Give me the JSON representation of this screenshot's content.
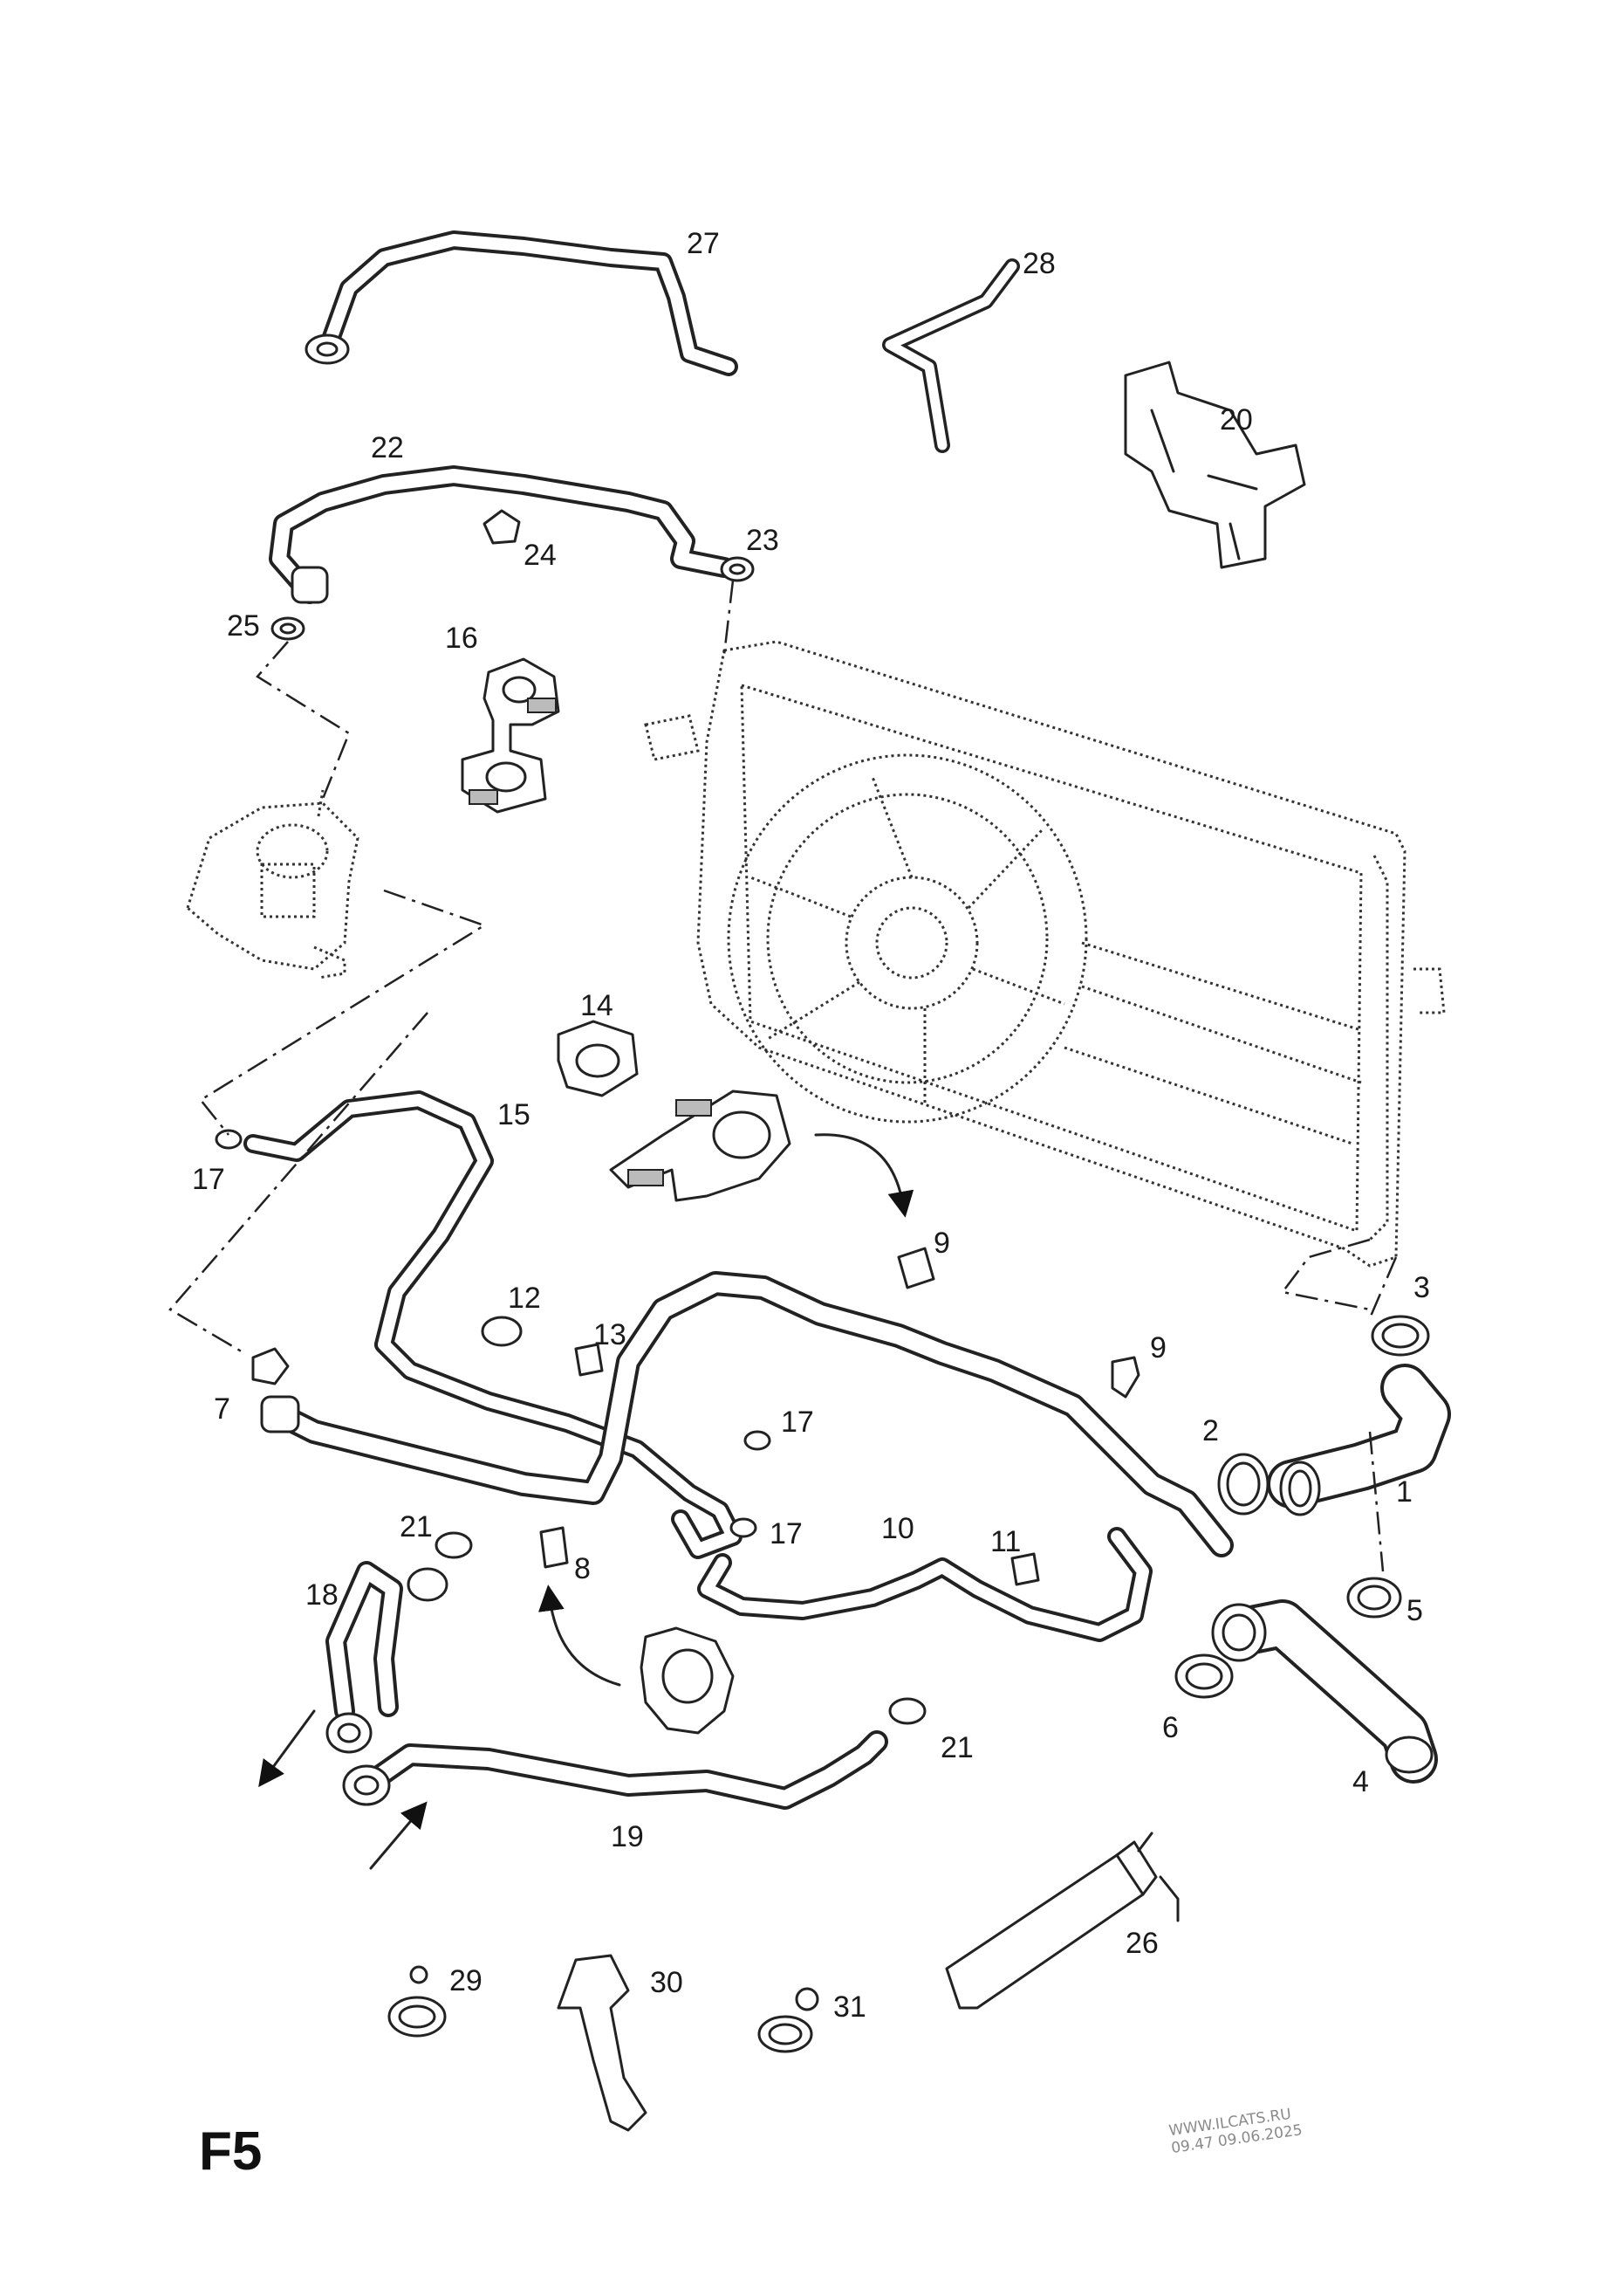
{
  "diagram": {
    "code": "F5",
    "watermark": {
      "line1": "WWW.ILCATS.RU",
      "line2": "09.47 09.06.2025"
    },
    "callouts": {
      "c1": "1",
      "c2": "2",
      "c3": "3",
      "c4": "4",
      "c5": "5",
      "c6": "6",
      "c7": "7",
      "c8": "8",
      "c9a": "9",
      "c9b": "9",
      "c10": "10",
      "c11": "11",
      "c12": "12",
      "c13": "13",
      "c14": "14",
      "c15": "15",
      "c16": "16",
      "c17a": "17",
      "c17b": "17",
      "c17c": "17",
      "c18": "18",
      "c19": "19",
      "c20": "20",
      "c21a": "21",
      "c21b": "21",
      "c22": "22",
      "c23": "23",
      "c24": "24",
      "c25": "25",
      "c26": "26",
      "c27": "27",
      "c28": "28",
      "c29": "29",
      "c30": "30",
      "c31": "31"
    }
  }
}
